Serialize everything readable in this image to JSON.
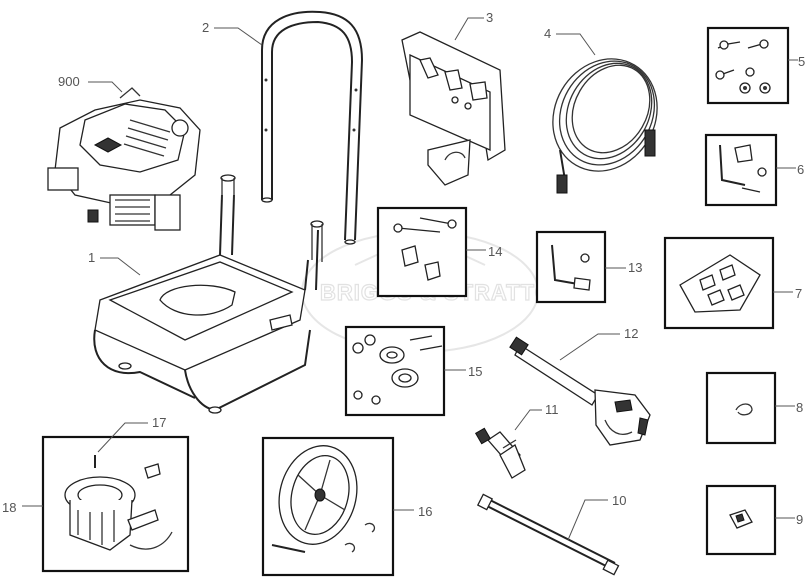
{
  "watermark": "BRIGGS & STRATTON",
  "callouts": {
    "c1": "1",
    "c2": "2",
    "c3": "3",
    "c4": "4",
    "c5": "5",
    "c6": "6",
    "c7": "7",
    "c8": "8",
    "c9": "9",
    "c10": "10",
    "c11": "11",
    "c12": "12",
    "c13": "13",
    "c14": "14",
    "c15": "15",
    "c16": "16",
    "c17": "17",
    "c18": "18",
    "c900": "900"
  }
}
